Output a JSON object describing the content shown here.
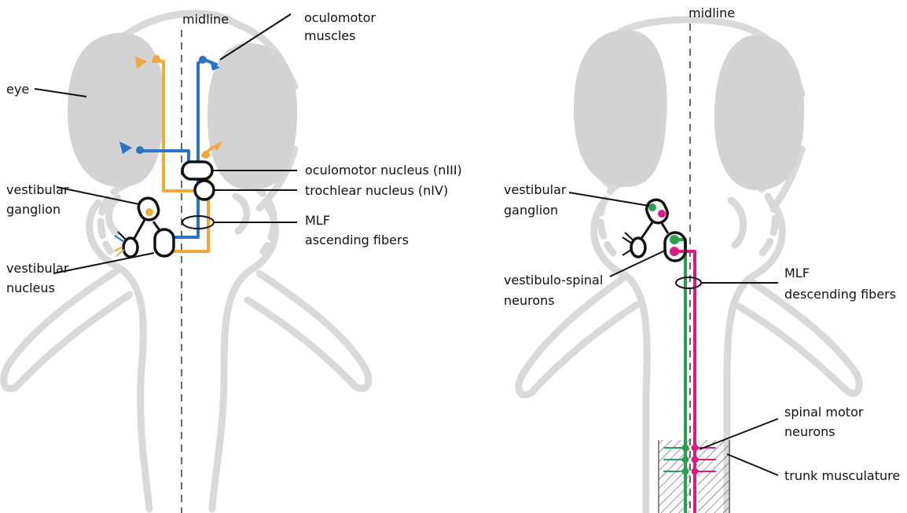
{
  "colors": {
    "oculomotor": "#f1a93a",
    "trochlear": "#2874c6",
    "left_descending": "#26a24f",
    "right_descending": "#e11987",
    "head_outline": "#d9d9d9",
    "eye_fill": "#d3d3d3"
  },
  "left_panel": {
    "midline": "midline",
    "oculomotor_muscles": [
      "oculomotor",
      "muscles"
    ],
    "eye": "eye",
    "oculomotor_nucleus": "oculomotor nucleus (nIII)",
    "trochlear_nucleus": "trochlear nucleus (nIV)",
    "vestibular_ganglion": [
      "vestibular",
      "ganglion"
    ],
    "mlf": [
      "MLF",
      "ascending fibers"
    ],
    "vestibular_nucleus": [
      "vestibular",
      "nucleus"
    ]
  },
  "right_panel": {
    "midline": "midline",
    "vestibular_ganglion": [
      "vestibular",
      "ganglion"
    ],
    "vestibulo_spinal": [
      "vestibulo-spinal",
      "neurons"
    ],
    "mlf": [
      "MLF",
      "descending fibers"
    ],
    "spinal_motor": [
      "spinal motor",
      "neurons"
    ],
    "trunk_musculature": "trunk musculature"
  }
}
